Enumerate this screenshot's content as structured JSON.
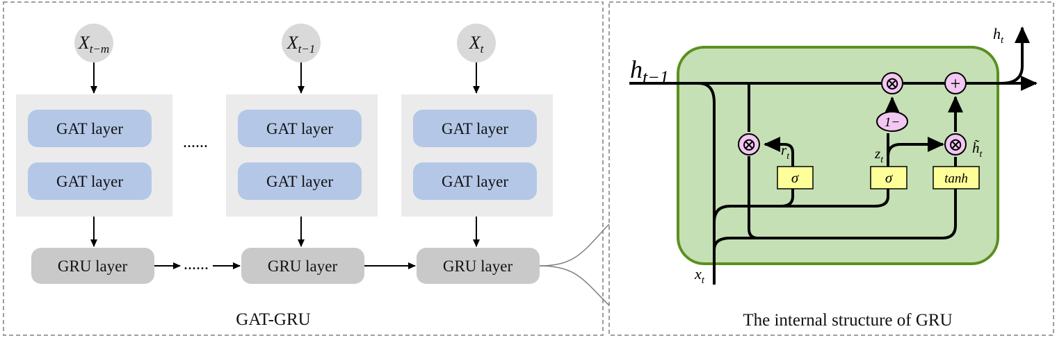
{
  "panels": {
    "left_caption": "GAT-GRU",
    "right_caption": "The internal structure of GRU"
  },
  "inputs": [
    {
      "base": "X",
      "sub": "t−m"
    },
    {
      "base": "X",
      "sub": "t−1"
    },
    {
      "base": "X",
      "sub": "t"
    }
  ],
  "gat_layer_label": "GAT layer",
  "gru_layer_label": "GRU layer",
  "ellipsis": "......",
  "gru_cell": {
    "h_prev": {
      "base": "h",
      "sub": "t−1"
    },
    "h_out": {
      "base": "h",
      "sub": "t"
    },
    "x_in": {
      "base": "x",
      "sub": "t"
    },
    "r_gate": {
      "base": "r",
      "sub": "t"
    },
    "z_gate": {
      "base": "z",
      "sub": "t"
    },
    "h_tilde": {
      "base": "h̃",
      "sub": "t"
    },
    "sigma": "σ",
    "tanh": "tanh",
    "one_minus": "1−",
    "multiply": "⊗",
    "add": "+"
  },
  "colors": {
    "input_node": "#d9d9d9",
    "gat_background": "#ebebeb",
    "gat_box": "#b4c7e7",
    "gru_box": "#c9c9c9",
    "cell_fill": "#c5e0b4",
    "cell_border": "#5b8f1f",
    "gate_fill": "#ffff99",
    "op_fill": "#f2c7f2"
  }
}
